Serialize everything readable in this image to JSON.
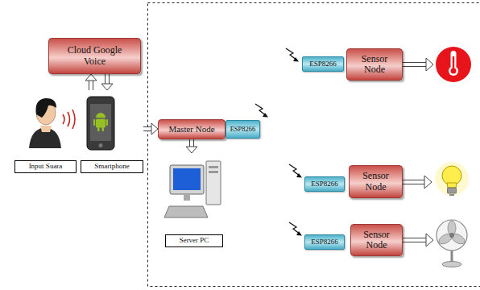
{
  "diagram": {
    "nodes": [
      {
        "text": [
          "Cloud Google Voice"
        ]
      },
      {
        "text": [
          "Input Suara"
        ]
      },
      {
        "text": [
          "Smartphone"
        ]
      },
      {
        "text": [
          "Master Node"
        ]
      },
      {
        "text": [
          "ESP8266"
        ]
      },
      {
        "text": [
          "Server PC"
        ]
      },
      {
        "text": [
          "ESP8266"
        ]
      },
      {
        "text": [
          "Sensor Node"
        ]
      },
      {
        "text": [
          "ESP8266"
        ]
      },
      {
        "text": [
          "Sensor Node"
        ]
      },
      {
        "text": [
          "ESP8266"
        ]
      },
      {
        "text": [
          "Sensor Node"
        ]
      }
    ],
    "edges": [
      {
        "from": 2,
        "to": 0,
        "arrow": "to"
      },
      {
        "from": 0,
        "to": 2,
        "arrow": "to"
      },
      {
        "from": 2,
        "to": 3,
        "arrow": "to"
      },
      {
        "from": 3,
        "to": 5,
        "arrow": "to"
      }
    ]
  }
}
